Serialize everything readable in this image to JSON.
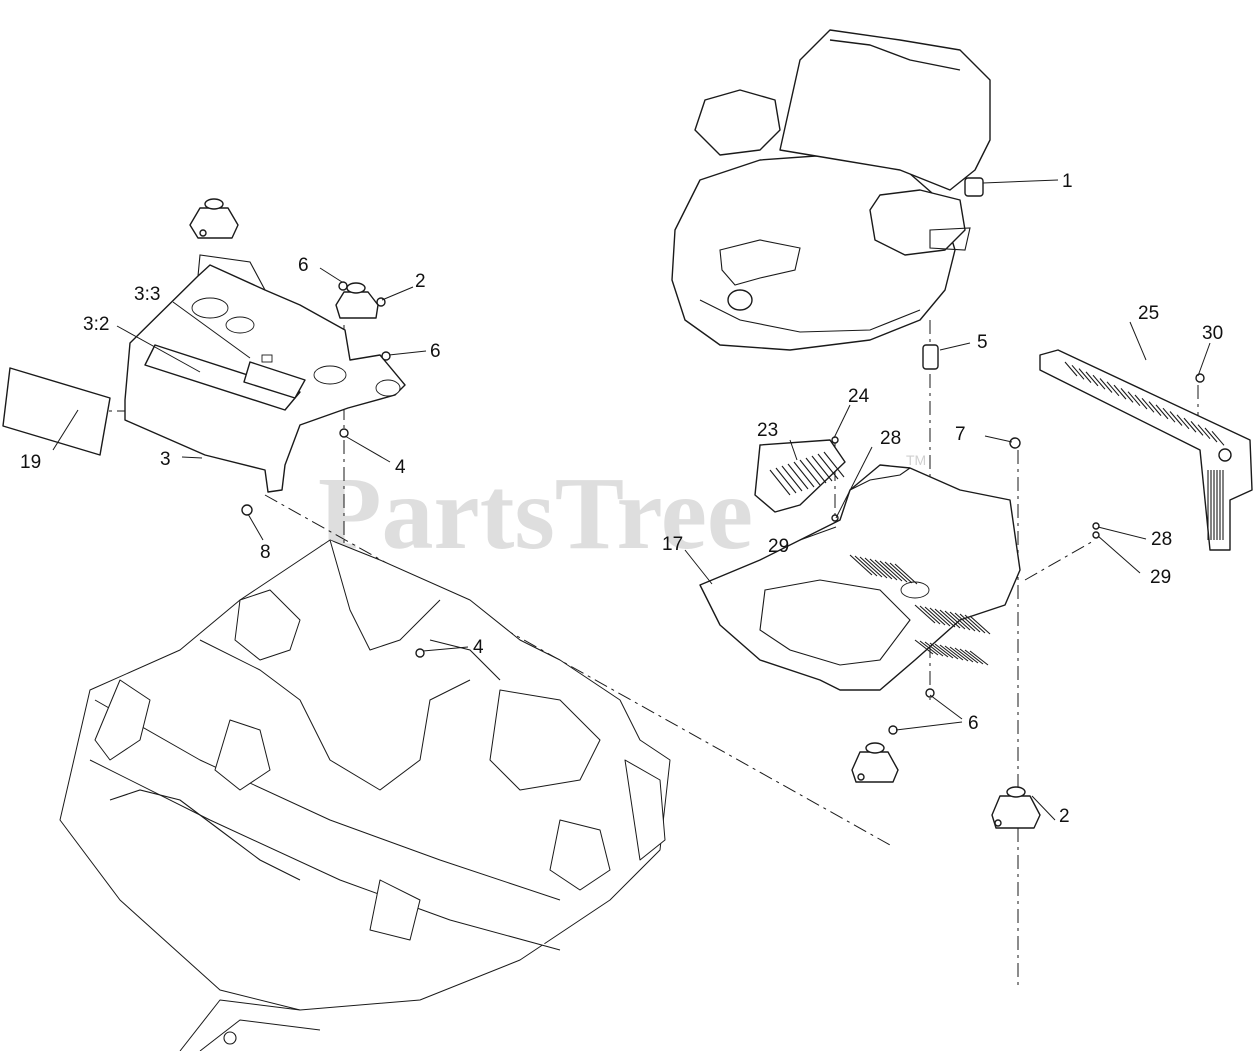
{
  "watermark": {
    "text": "PartsTree",
    "trademark": "TM"
  },
  "callouts": {
    "c1": "1",
    "c2a": "2",
    "c2b": "2",
    "c3": "3",
    "c3_2": "3:2",
    "c3_3": "3:3",
    "c4a": "4",
    "c4b": "4",
    "c5": "5",
    "c6a": "6",
    "c6b": "6",
    "c6c": "6",
    "c7": "7",
    "c8": "8",
    "c17": "17",
    "c19": "19",
    "c23": "23",
    "c24": "24",
    "c25": "25",
    "c28a": "28",
    "c28b": "28",
    "c29a": "29",
    "c29b": "29",
    "c30": "30"
  }
}
